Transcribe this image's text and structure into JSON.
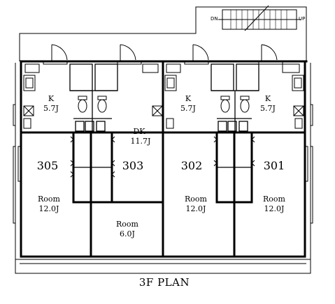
{
  "plan_title": "3F PLAN",
  "stairs": {
    "down": "DN",
    "up": "UP"
  },
  "units": [
    {
      "number": "305",
      "kitchen": {
        "name": "K",
        "size": "5.7J"
      },
      "room": {
        "name": "Room",
        "size": "12.0J"
      }
    },
    {
      "number": "303",
      "dk": {
        "name": "DK",
        "size": "11.7J"
      },
      "room": {
        "name": "Room",
        "size": "6.0J"
      }
    },
    {
      "number": "302",
      "kitchen": {
        "name": "K",
        "size": "5.7J"
      },
      "room": {
        "name": "Room",
        "size": "12.0J"
      }
    },
    {
      "number": "301",
      "kitchen": {
        "name": "K",
        "size": "5.7J"
      },
      "room": {
        "name": "Room",
        "size": "12.0J"
      }
    }
  ]
}
